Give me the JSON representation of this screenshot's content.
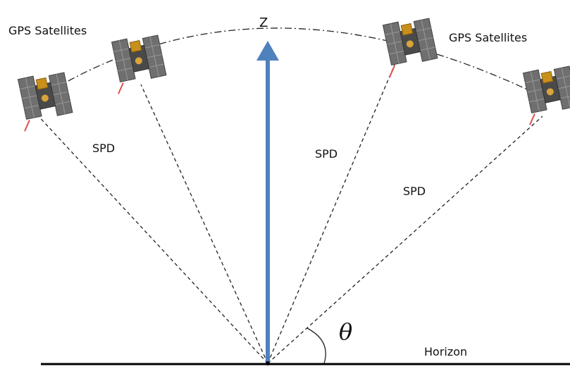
{
  "diagram": {
    "labels": {
      "satellites_left": "GPS Satellites",
      "satellites_right": "GPS Satellites",
      "z_axis": "Z",
      "spd": [
        "SPD",
        "SPD",
        "SPD"
      ],
      "angle": "θ",
      "horizon": "Horizon"
    },
    "colors": {
      "z_arrow": "#4f81bd",
      "lines": "#222222",
      "ground": "#000000",
      "satellite_body": "#5a5a5a",
      "satellite_gold": "#c8901a",
      "antenna": "#e05050"
    },
    "icons": [
      "satellite-icon",
      "satellite-icon",
      "satellite-icon",
      "satellite-icon"
    ]
  }
}
